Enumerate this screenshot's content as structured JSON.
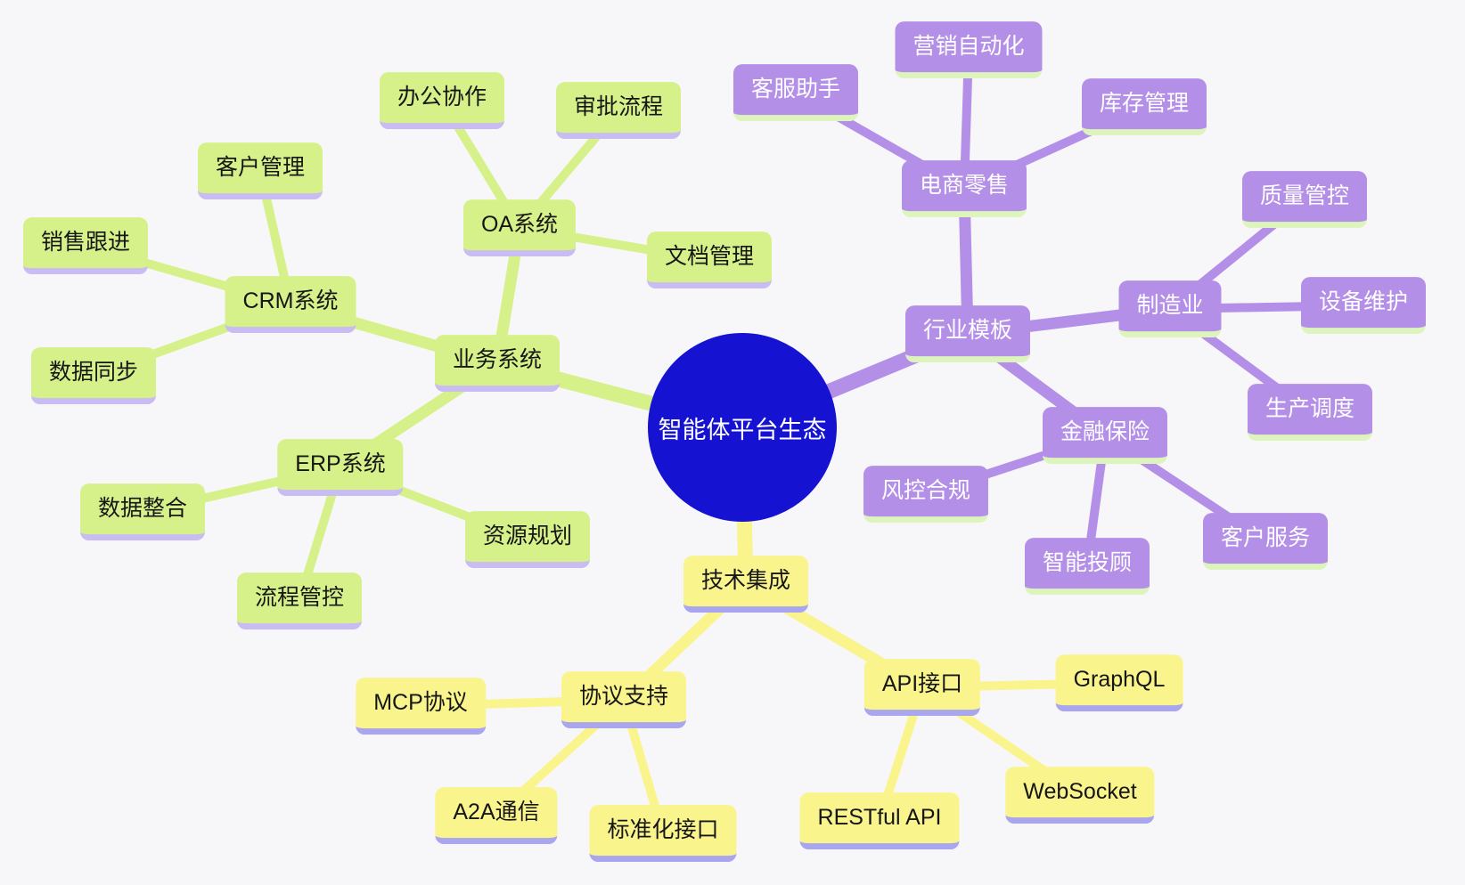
{
  "colors": {
    "background": "#f7f7fa",
    "center_fill": "#1612d2",
    "center_text": "#ffffff",
    "green": "#d6f189",
    "purple": "#b48fe7",
    "yellow": "#faf48d",
    "green_underline": "#c9bcf2",
    "purple_underline": "#ddf5bd",
    "yellow_underline": "#a9a5ef",
    "dark_text": "#161616"
  },
  "mindmap": {
    "root": {
      "label": "智能体平台生态"
    },
    "branches": [
      {
        "label": "业务系统",
        "color": "green",
        "children": [
          {
            "label": "CRM系统",
            "children": [
              {
                "label": "销售跟进"
              },
              {
                "label": "客户管理"
              },
              {
                "label": "数据同步"
              }
            ]
          },
          {
            "label": "OA系统",
            "children": [
              {
                "label": "办公协作"
              },
              {
                "label": "审批流程"
              },
              {
                "label": "文档管理"
              }
            ]
          },
          {
            "label": "ERP系统",
            "children": [
              {
                "label": "数据整合"
              },
              {
                "label": "流程管控"
              },
              {
                "label": "资源规划"
              }
            ]
          }
        ]
      },
      {
        "label": "行业模板",
        "color": "purple",
        "children": [
          {
            "label": "电商零售",
            "children": [
              {
                "label": "客服助手"
              },
              {
                "label": "营销自动化"
              },
              {
                "label": "库存管理"
              }
            ]
          },
          {
            "label": "制造业",
            "children": [
              {
                "label": "质量管控"
              },
              {
                "label": "设备维护"
              },
              {
                "label": "生产调度"
              }
            ]
          },
          {
            "label": "金融保险",
            "children": [
              {
                "label": "风控合规"
              },
              {
                "label": "智能投顾"
              },
              {
                "label": "客户服务"
              }
            ]
          }
        ]
      },
      {
        "label": "技术集成",
        "color": "yellow",
        "children": [
          {
            "label": "协议支持",
            "children": [
              {
                "label": "MCP协议"
              },
              {
                "label": "A2A通信"
              },
              {
                "label": "标准化接口"
              }
            ]
          },
          {
            "label": "API接口",
            "children": [
              {
                "label": "GraphQL"
              },
              {
                "label": "RESTful API"
              },
              {
                "label": "WebSocket"
              }
            ]
          }
        ]
      }
    ]
  }
}
